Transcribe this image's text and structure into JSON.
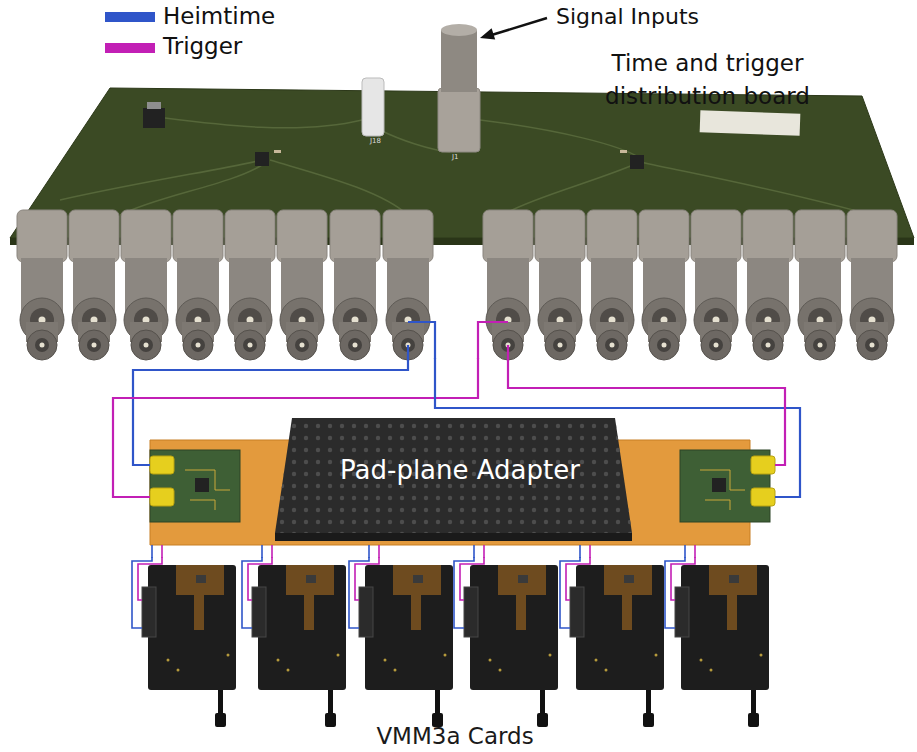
{
  "diagram": {
    "nodes": [
      {
        "text": [
          "Time and trigger distribution board"
        ]
      },
      {
        "text": [
          "Pad-plane Adapter"
        ]
      },
      {
        "text": [
          "VMM3a Cards"
        ]
      }
    ],
    "edges": [
      {
        "from": 0,
        "to": 1,
        "arrow": "none"
      },
      {
        "from": 0,
        "to": 1,
        "arrow": "none"
      },
      {
        "from": 0,
        "to": 1,
        "arrow": "none"
      },
      {
        "from": 0,
        "to": 1,
        "arrow": "none"
      },
      {
        "from": 1,
        "to": 2,
        "arrow": "none"
      },
      {
        "from": 1,
        "to": 2,
        "arrow": "none"
      },
      {
        "from": 1,
        "to": 2,
        "arrow": "none"
      },
      {
        "from": 1,
        "to": 2,
        "arrow": "none"
      },
      {
        "from": 1,
        "to": 2,
        "arrow": "none"
      },
      {
        "from": 1,
        "to": 2,
        "arrow": "none"
      },
      {
        "from": 1,
        "to": 2,
        "arrow": "none"
      },
      {
        "from": 1,
        "to": 2,
        "arrow": "none"
      },
      {
        "from": 1,
        "to": 2,
        "arrow": "none"
      },
      {
        "from": 1,
        "to": 2,
        "arrow": "none"
      },
      {
        "from": 1,
        "to": 2,
        "arrow": "none"
      },
      {
        "from": 1,
        "to": 2,
        "arrow": "none"
      }
    ],
    "labels": [
      "Signal Inputs",
      "J18",
      "J1"
    ],
    "legend": [
      {
        "text": "Heimtime",
        "color": "#2f55c9"
      },
      {
        "text": "Trigger",
        "color": "#c21fb5"
      }
    ]
  }
}
